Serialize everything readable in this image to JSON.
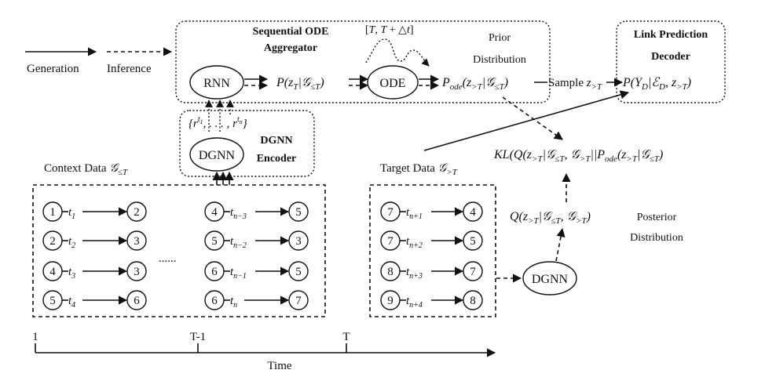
{
  "legend": {
    "generation": "Generation",
    "inference": "Inference"
  },
  "aggregator": {
    "title_line1": "Sequential ODE",
    "title_line2": "Aggregator",
    "rnn": "RNN",
    "ode": "ODE",
    "p_z": "P(z_T|G_{≤T})",
    "time_interval": "[T, T + △t]",
    "p_ode": "P_ode(z_{>T}|G_{≤T})",
    "prior_line1": "Prior",
    "prior_line2": "Distribution"
  },
  "decoder": {
    "title_line1": "Link Prediction",
    "title_line2": "Decoder",
    "sample": "Sample z_{>T}",
    "p_y": "P(Y_D|E_D, z_{>T})"
  },
  "encoder": {
    "dgnn": "DGNN",
    "title_line1": "DGNN",
    "title_line2": "Encoder",
    "reps": "{r^{t1}, ..., r^{tn}}"
  },
  "context": {
    "title": "Context Data G_{≤T}",
    "ellipsis": "......",
    "edges": [
      {
        "from": "1",
        "label": "t1",
        "to": "2"
      },
      {
        "from": "2",
        "label": "t2",
        "to": "3"
      },
      {
        "from": "4",
        "label": "t3",
        "to": "3"
      },
      {
        "from": "5",
        "label": "t4",
        "to": "6"
      },
      {
        "from": "4",
        "label": "tn−3",
        "to": "5"
      },
      {
        "from": "5",
        "label": "tn−2",
        "to": "3"
      },
      {
        "from": "6",
        "label": "tn−1",
        "to": "5"
      },
      {
        "from": "6",
        "label": "tn",
        "to": "7"
      }
    ]
  },
  "target": {
    "title": "Target Data G_{>T}",
    "edges": [
      {
        "from": "7",
        "label": "tn+1",
        "to": "4"
      },
      {
        "from": "7",
        "label": "tn+2",
        "to": "5"
      },
      {
        "from": "8",
        "label": "tn+3",
        "to": "7"
      },
      {
        "from": "9",
        "label": "tn+4",
        "to": "8"
      }
    ],
    "dgnn": "DGNN"
  },
  "posterior": {
    "q": "Q(z_{>T}|G_{≤T}, G_{>T})",
    "line1": "Posterior",
    "line2": "Distribution"
  },
  "kl": "KL(Q(z_{>T}|G_{≤T}, G_{>T})||P_ode(z_{>T}|G_{≤T})",
  "timeline": {
    "ticks": [
      "1",
      "T-1",
      "T"
    ],
    "label": "Time"
  }
}
